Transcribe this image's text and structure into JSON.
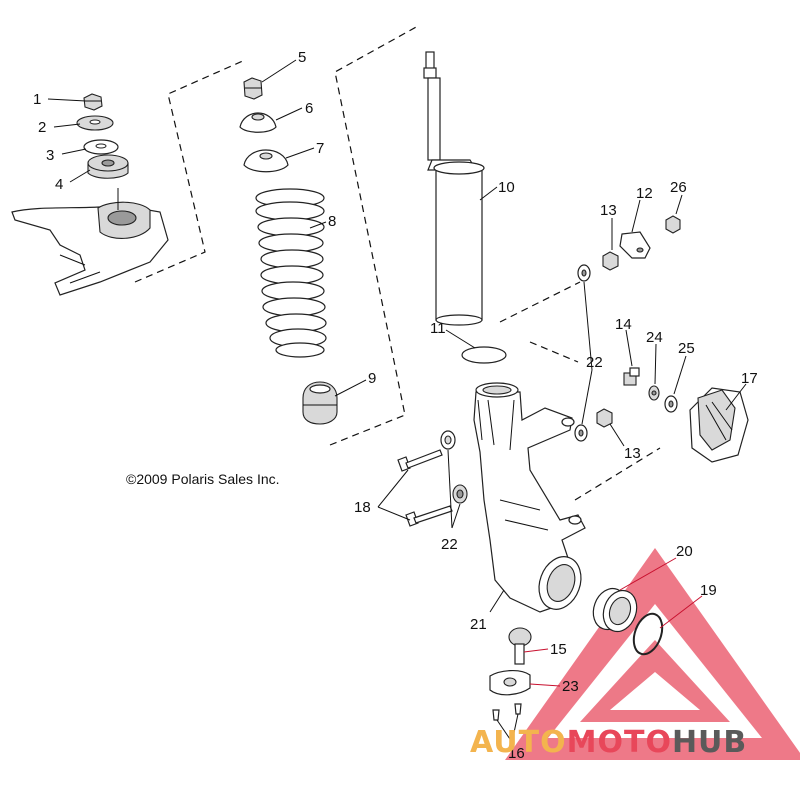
{
  "copyright": "©2009 Polaris Sales Inc.",
  "watermark": {
    "part1": "AUTO",
    "part2": "MOTO",
    "part3": "HUB",
    "colors": {
      "auto": "#f3b44e",
      "moto": "#e8475a",
      "hub": "#5a5a5a",
      "triangle": "#e8475a"
    }
  },
  "callouts": {
    "c1": "1",
    "c2": "2",
    "c3": "3",
    "c4": "4",
    "c5": "5",
    "c6": "6",
    "c7": "7",
    "c8": "8",
    "c9": "9",
    "c10": "10",
    "c11": "11",
    "c12": "12",
    "c13a": "13",
    "c13b": "13",
    "c14": "14",
    "c15": "15",
    "c16": "16",
    "c17": "17",
    "c18": "18",
    "c19": "19",
    "c20": "20",
    "c21": "21",
    "c22a": "22",
    "c22b": "22",
    "c23": "23",
    "c24": "24",
    "c25": "25",
    "c26": "26"
  }
}
